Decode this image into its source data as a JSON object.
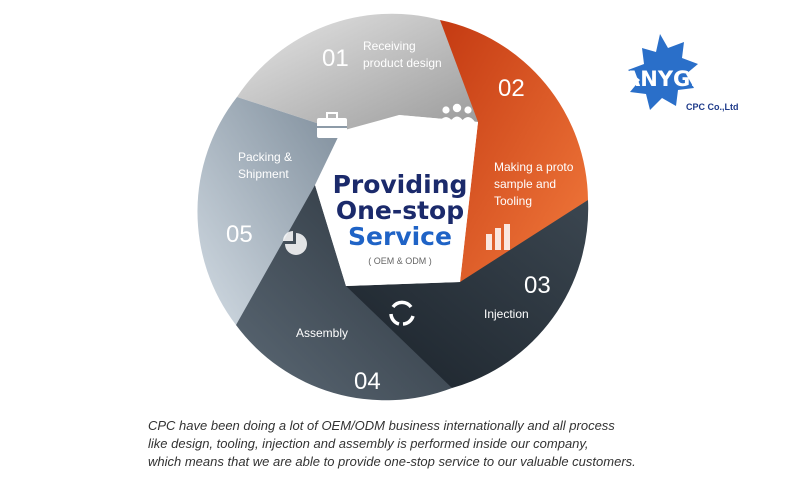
{
  "diagram": {
    "center": {
      "line1": "Providing",
      "line2": "One-stop",
      "line3": "Service",
      "subtitle": "( OEM & ODM )"
    },
    "steps": [
      {
        "number": "01",
        "label_lines": [
          "Receiving",
          "product design"
        ],
        "icon": "people-group-icon",
        "color": "#b8b8b8"
      },
      {
        "number": "02",
        "label_lines": [
          "Making a proto",
          "sample and",
          "Tooling"
        ],
        "icon": "bar-chart-icon",
        "color": "#e8531f"
      },
      {
        "number": "03",
        "label_lines": [
          "Injection"
        ],
        "icon": "recycle-arrows-icon",
        "color": "#2c3640"
      },
      {
        "number": "04",
        "label_lines": [
          "Assembly"
        ],
        "icon": "pie-chart-icon",
        "color": "#3e4a55"
      },
      {
        "number": "05",
        "label_lines": [
          "Packing &",
          "Shipment"
        ],
        "icon": "briefcase-icon",
        "color": "#9aa9b6"
      }
    ]
  },
  "logo": {
    "brand": "ANYGRIP",
    "company": "CPC Co.,Ltd",
    "color": "#2a6fc9"
  },
  "caption": {
    "lines": [
      "CPC have been doing a lot of OEM/ODM business internationally and all process",
      "like design, tooling, injection and assembly is performed inside our company,",
      "which means that we are able to provide one-stop service to our valuable customers."
    ]
  },
  "colors": {
    "title_navy": "#1b2a6b",
    "title_blue": "#1f63c6"
  }
}
